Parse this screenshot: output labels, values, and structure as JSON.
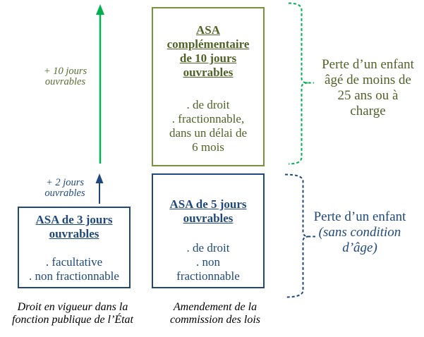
{
  "diagram": {
    "arrows": {
      "plus10": {
        "label": "+ 10 jours ouvrables"
      },
      "plus2": {
        "label": "+ 2 jours ouvrables"
      }
    },
    "boxes": {
      "asa10": {
        "title_lines": [
          "ASA",
          "complémentaire",
          "de 10 jours",
          "ouvrables"
        ],
        "body_lines": [
          ". de droit",
          ". fractionnable,",
          "dans un délai de",
          "6 mois"
        ]
      },
      "asa5": {
        "title_lines": [
          "ASA de 5 jours",
          "ouvrables"
        ],
        "body_lines": [
          ". de droit",
          ". non",
          "fractionnable"
        ]
      },
      "asa3": {
        "title_lines": [
          "ASA de 3 jours",
          "ouvrables"
        ],
        "body_lines": [
          ". facultative",
          ". non fractionnable"
        ]
      }
    },
    "conditions": {
      "green_lines": [
        "Perte d’un enfant",
        "âgé de moins de",
        "25 ans ou à",
        "charge"
      ],
      "blue_main": "Perte d’un enfant",
      "blue_italic_lines": [
        "(sans condition",
        "d’âge)"
      ]
    },
    "captions": {
      "left": "Droit en vigueur dans la fonction publique de l’État",
      "middle": "Amendement de la commission des lois"
    },
    "colors": {
      "bright_green": "#00B050",
      "olive_border": "#76923C",
      "olive_text": "#4F6228",
      "navy": "#1F497D",
      "caption_black": "#000000"
    }
  }
}
